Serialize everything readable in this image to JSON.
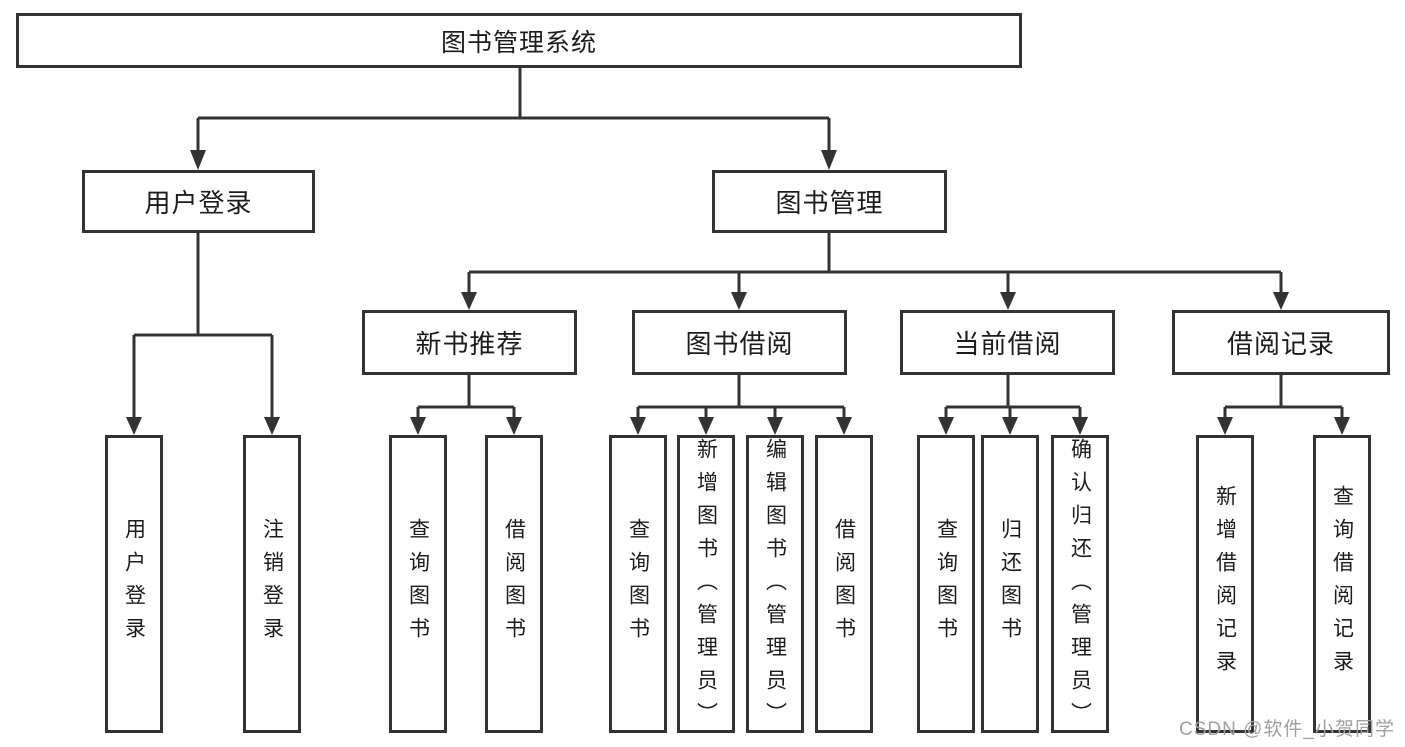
{
  "diagram": {
    "title": "图书管理系统",
    "colors": {
      "line": "#333333",
      "text": "#1c1c1c",
      "box_background": "#ffffff",
      "watermark": "#a0a0a0"
    },
    "nodes": {
      "root": {
        "label": "图书管理系统"
      },
      "user_login": {
        "label": "用户登录"
      },
      "book_mgmt": {
        "label": "图书管理"
      },
      "new_book_rec": {
        "label": "新书推荐"
      },
      "book_borrow": {
        "label": "图书借阅"
      },
      "current_borrow": {
        "label": "当前借阅"
      },
      "borrow_records": {
        "label": "借阅记录"
      },
      "leaf_user_login": {
        "label": "用户登录"
      },
      "leaf_logout": {
        "label": "注销登录"
      },
      "leaf_query_book_a": {
        "label": "查询图书"
      },
      "leaf_borrow_book_a": {
        "label": "借阅图书"
      },
      "leaf_query_book_b": {
        "label": "查询图书"
      },
      "leaf_add_book": {
        "label": "新增图书（管理员）"
      },
      "leaf_edit_book": {
        "label": "编辑图书（管理员）"
      },
      "leaf_borrow_book_b": {
        "label": "借阅图书"
      },
      "leaf_query_book_c": {
        "label": "查询图书"
      },
      "leaf_return_book": {
        "label": "归还图书"
      },
      "leaf_confirm_return": {
        "label": "确认归还（管理员）"
      },
      "leaf_add_record": {
        "label": "新增借阅记录"
      },
      "leaf_query_record": {
        "label": "查询借阅记录"
      }
    },
    "edges": [
      {
        "from": "root",
        "to": [
          "user_login",
          "book_mgmt"
        ]
      },
      {
        "from": "user_login",
        "to": [
          "leaf_user_login",
          "leaf_logout"
        ]
      },
      {
        "from": "book_mgmt",
        "to": [
          "new_book_rec",
          "book_borrow",
          "current_borrow",
          "borrow_records"
        ]
      },
      {
        "from": "new_book_rec",
        "to": [
          "leaf_query_book_a",
          "leaf_borrow_book_a"
        ]
      },
      {
        "from": "book_borrow",
        "to": [
          "leaf_query_book_b",
          "leaf_add_book",
          "leaf_edit_book",
          "leaf_borrow_book_b"
        ]
      },
      {
        "from": "current_borrow",
        "to": [
          "leaf_query_book_c",
          "leaf_return_book",
          "leaf_confirm_return"
        ]
      },
      {
        "from": "borrow_records",
        "to": [
          "leaf_add_record",
          "leaf_query_record"
        ]
      }
    ],
    "watermark": "CSDN @软件_小贺同学"
  }
}
